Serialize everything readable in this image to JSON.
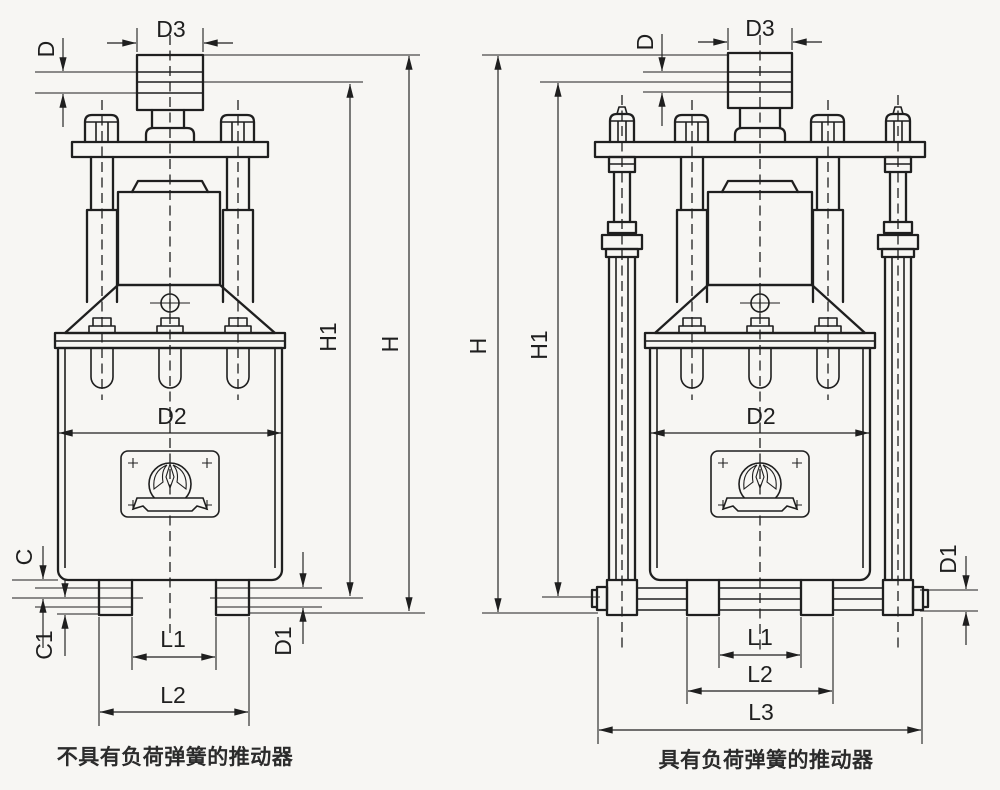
{
  "page": {
    "background": "#f7f6f3",
    "ink": "#1f1f1f"
  },
  "figures": {
    "left": {
      "caption": "不具有负荷弹簧的推动器",
      "dims": {
        "d3": "D3",
        "d": "D",
        "h1": "H1",
        "h": "H",
        "d2": "D2",
        "c": "C",
        "c1": "C1",
        "d1": "D1",
        "l1": "L1",
        "l2": "L2"
      }
    },
    "right": {
      "caption": "具有负荷弹簧的推动器",
      "dims": {
        "d3": "D3",
        "d": "D",
        "h": "H",
        "h1": "H1",
        "d2": "D2",
        "d1": "D1",
        "l1": "L1",
        "l2": "L2",
        "l3": "L3"
      }
    }
  }
}
